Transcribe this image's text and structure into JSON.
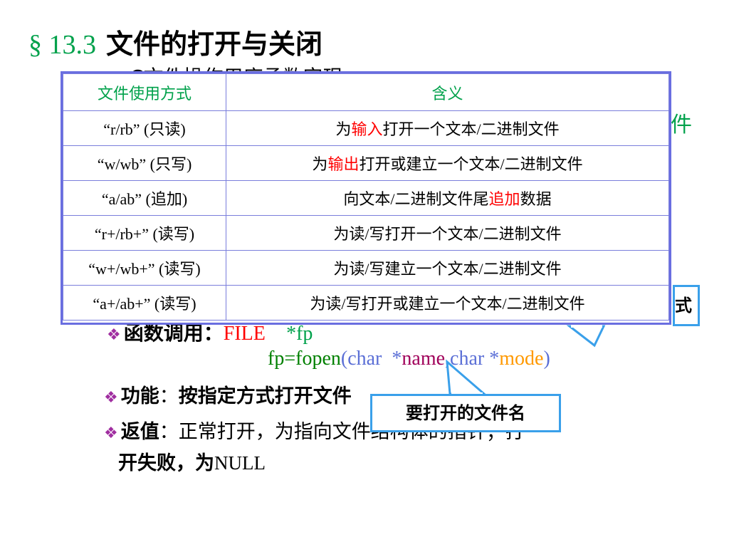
{
  "title": {
    "section": "§ 13.3",
    "text": "文件的打开与关闭"
  },
  "peek": {
    "top": "C文件操作用库函数实现",
    "right": "件"
  },
  "table": {
    "header": [
      "文件使用方式",
      "含义"
    ],
    "rows": [
      {
        "mode": "“r/rb” (只读)",
        "meaning": [
          {
            "t": "为"
          },
          {
            "t": "输入",
            "red": true
          },
          {
            "t": "打开一个文本/二进制文件"
          }
        ]
      },
      {
        "mode": "“w/wb” (只写)",
        "meaning": [
          {
            "t": "为"
          },
          {
            "t": "输出",
            "red": true
          },
          {
            "t": "打开或建立一个文本/二进制文件"
          }
        ]
      },
      {
        "mode": "“a/ab” (追加)",
        "meaning": [
          {
            "t": "向文本/二进制文件尾"
          },
          {
            "t": "追加",
            "red": true
          },
          {
            "t": "数据"
          }
        ]
      },
      {
        "mode": "“r+/rb+” (读写)",
        "meaning": [
          {
            "t": "为读/写打开一个文本/二进制文件"
          }
        ]
      },
      {
        "mode": "“w+/wb+” (读写)",
        "meaning": [
          {
            "t": "为读/写建立一个文本/二进制文件"
          }
        ]
      },
      {
        "mode": "“a+/ab+” (读写)",
        "meaning": [
          {
            "t": "为读/写打开或建立一个文本/二进制文件"
          }
        ]
      }
    ]
  },
  "call": {
    "diamond": "❖",
    "label": "函数调用：",
    "file": "FILE",
    "ptr": "*fp"
  },
  "proto": {
    "lhs": "fp=fopen",
    "open": "(",
    "char1": "char",
    "star1": "*",
    "name": "name",
    "comma": ",",
    "char2": "char",
    "star2": "*",
    "mode": "mode",
    "close": ")"
  },
  "func": {
    "diamond": "❖",
    "label": "功能",
    "colon": "：",
    "text": "按指定方式打开文件"
  },
  "ret": {
    "diamond": "❖",
    "label": "返值",
    "text": "：正常打开，为指向文件结构体的指针；打",
    "line2a": "开失败，为",
    "line2b": "NULL"
  },
  "callouts": {
    "mode": "式",
    "name": "要打开的文件名"
  },
  "colors": {
    "accent_green": "#00a14b",
    "table_border": "#6a6ee0",
    "callout_border": "#3aa0ea",
    "highlight_red": "#ff0000"
  }
}
